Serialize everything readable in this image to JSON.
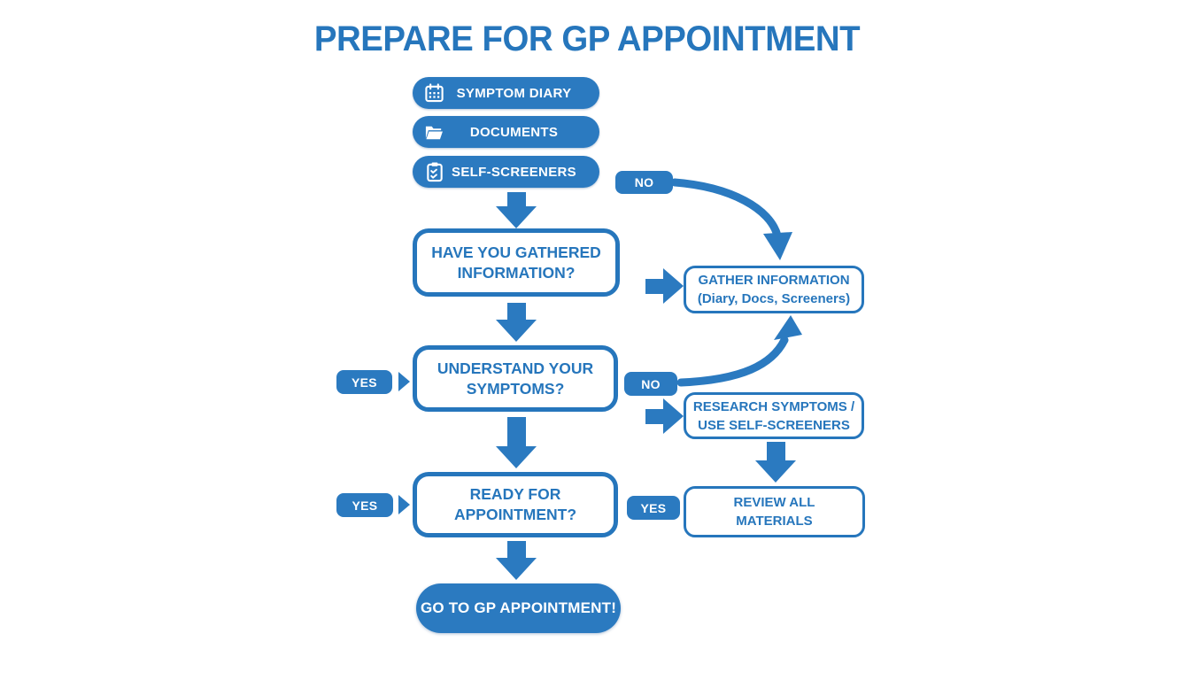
{
  "title": "PREPARE FOR GP APPOINTMENT",
  "colors": {
    "primary_blue": "#2B7AC0",
    "outline_blue": "#2676BC",
    "background": "#FFFFFF",
    "text_on_blue": "#FFFFFF"
  },
  "input_pills": [
    {
      "label": "SYMPTOM DIARY",
      "icon": "calendar-icon"
    },
    {
      "label": "DOCUMENTS",
      "icon": "folder-icon"
    },
    {
      "label": "SELF-SCREENERS",
      "icon": "clipboard-icon"
    }
  ],
  "decisions": {
    "gathered_information": "HAVE YOU GATHERED\nINFORMATION?",
    "understand_symptoms": "UNDERSTAND YOUR\nSYMPTOMS?",
    "ready_for_appointment": "READY FOR\nAPPOINTMENT?"
  },
  "actions": {
    "gather_information": "GATHER INFORMATION\n(Diary, Docs, Screeners)",
    "research_symptoms": "RESEARCH SYMPTOMS /\nUSE SELF-SCREENERS",
    "review_materials": "REVIEW ALL\nMATERIALS"
  },
  "branch_labels": {
    "no_gathered": "NO",
    "yes_understand": "YES",
    "no_understand": "NO",
    "yes_ready_left": "YES",
    "yes_ready_right": "YES"
  },
  "terminal": {
    "label": "GO TO GP APPOINTMENT!"
  }
}
